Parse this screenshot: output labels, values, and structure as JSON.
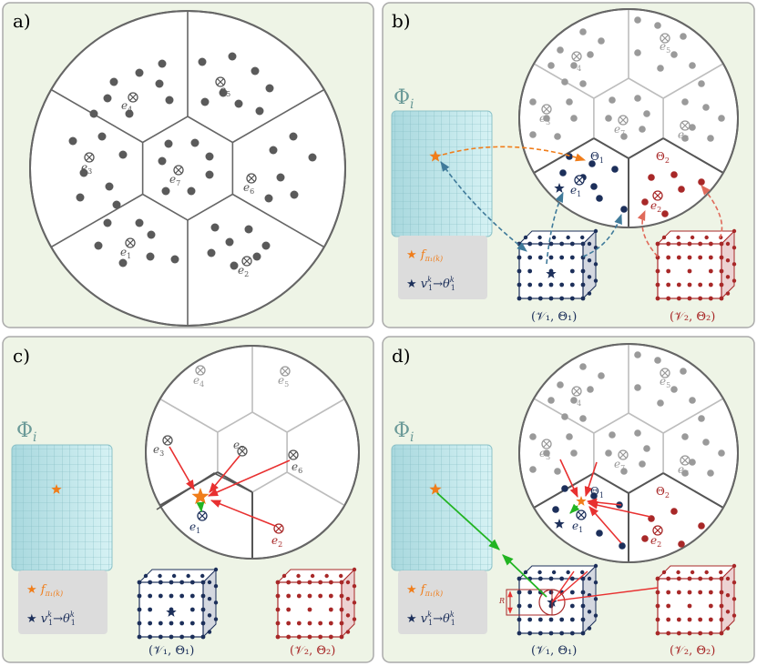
{
  "panels": [
    {
      "letter": "a)"
    },
    {
      "letter": "b)"
    },
    {
      "letter": "c)"
    },
    {
      "letter": "d)"
    }
  ],
  "labels": {
    "phi": "Φ",
    "phi_sub": "i",
    "theta1": "Θ",
    "theta1_sub": "1",
    "theta2": "Θ",
    "theta2_sub": "2",
    "v1_caption": "(𝒱₁, Θ₁)",
    "v2_caption": "(𝒱₂, Θ₂)",
    "legend_f": "f",
    "legend_f_sub": "π₁(k)",
    "legend_v": "v",
    "legend_v_sup": "k",
    "legend_v_sub": "1",
    "legend_arrow": "→",
    "legend_theta": "θ",
    "legend_theta_sup": "k",
    "legend_theta_sub": "1",
    "radius": "R"
  },
  "experts": [
    "e1",
    "e2",
    "e3",
    "e4",
    "e5",
    "e6",
    "e7"
  ],
  "colors": {
    "panel_bg": "#eef4e6",
    "panel_border": "#aaaaaa",
    "grid_fill": "#bfe7ec",
    "grid_line": "#7fb9c0",
    "orange": "#f07d1a",
    "navy": "#1c2f5a",
    "red": "#a82828",
    "green": "#22b422",
    "gray_dot": "#9a9a9a",
    "dark_dot": "#5a5a5a",
    "arrow_red": "#e83030",
    "blue_dash": "#3f7a9a",
    "red_dash": "#e06a5a"
  }
}
